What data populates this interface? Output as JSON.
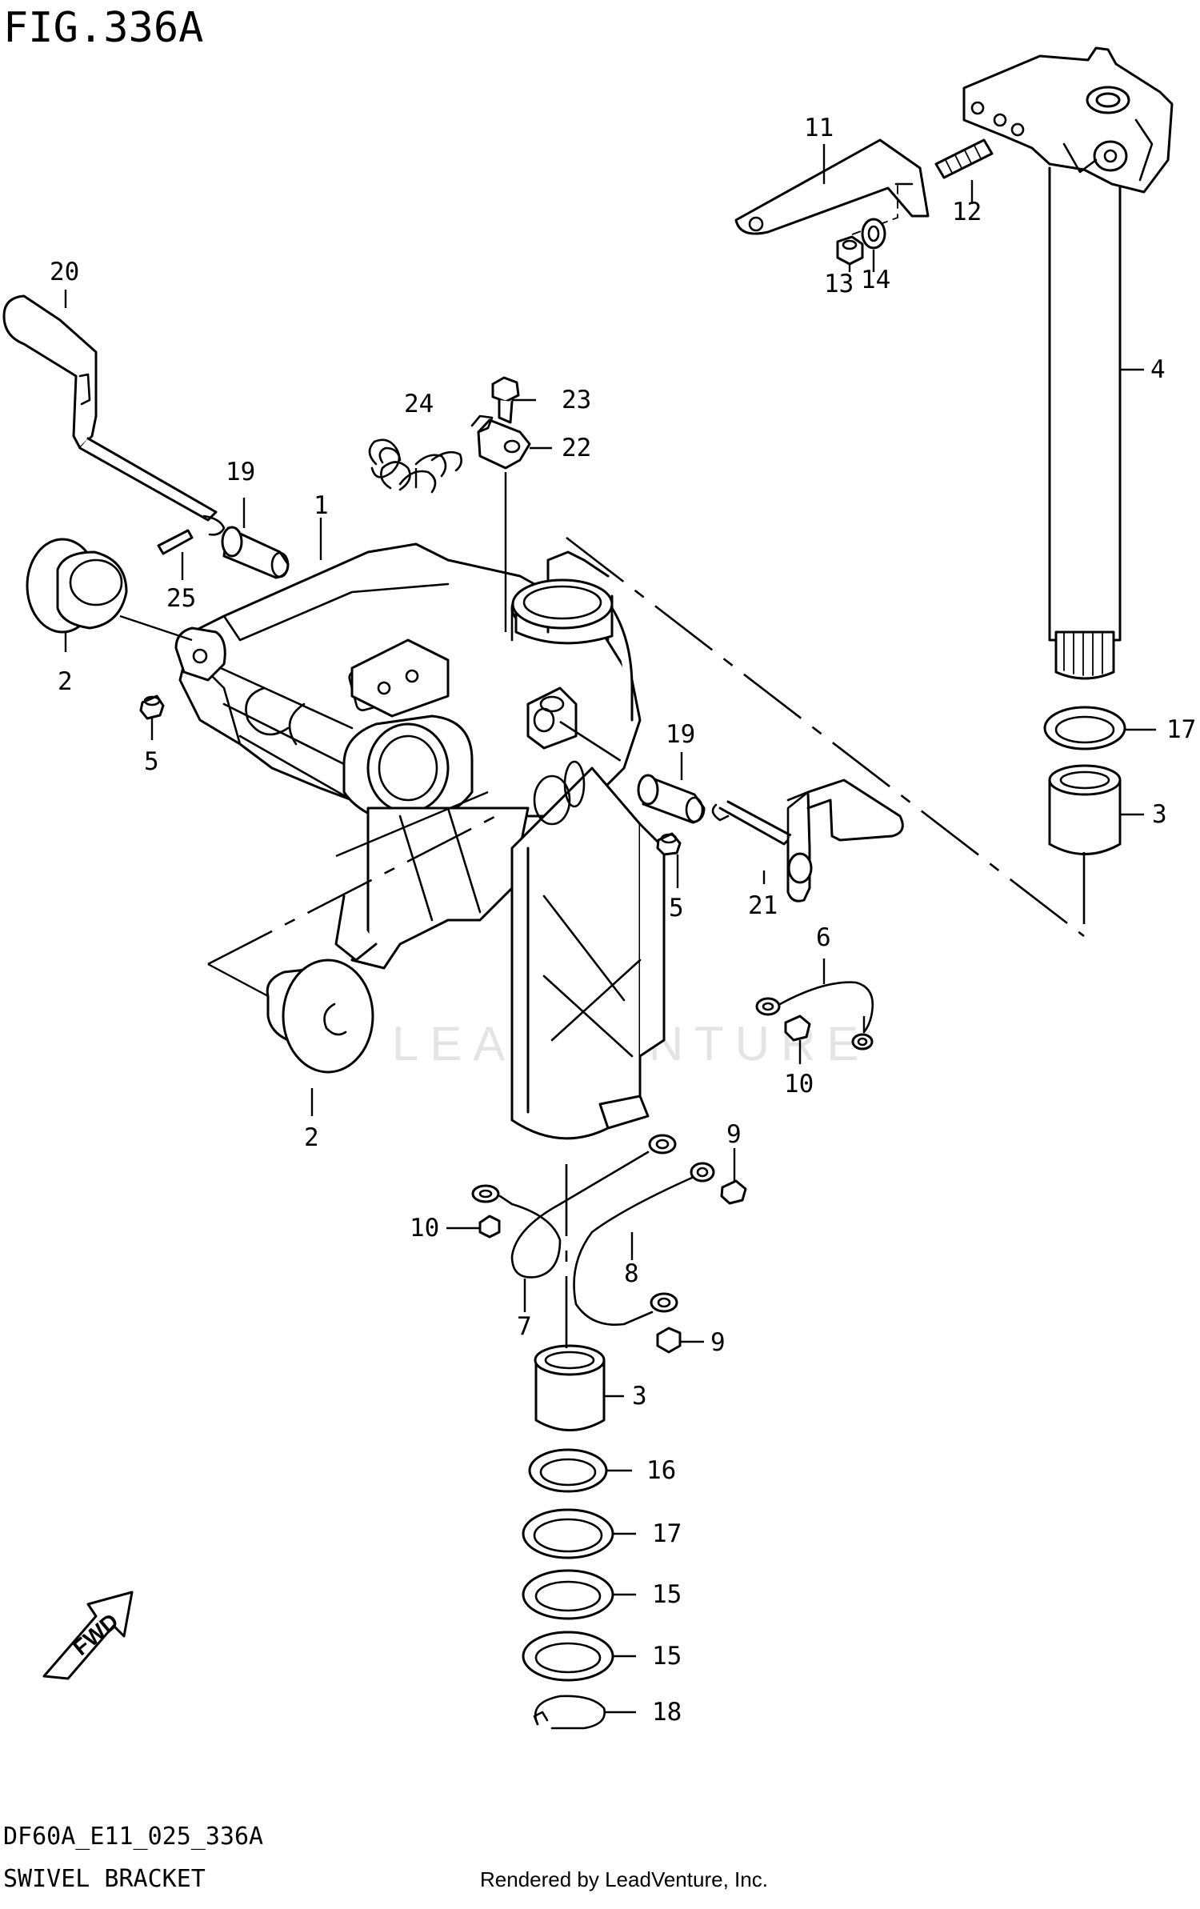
{
  "figure": {
    "number": "FIG.336A",
    "model_code": "DF60A_E11_025_336A",
    "title": "SWIVEL BRACKET"
  },
  "watermark": "LEADVENTURE",
  "footer": "Rendered by LeadVenture, Inc.",
  "fwd_label": "FWD",
  "callouts": [
    {
      "id": "c1",
      "text": "1"
    },
    {
      "id": "c2a",
      "text": "2"
    },
    {
      "id": "c2b",
      "text": "2"
    },
    {
      "id": "c3a",
      "text": "3"
    },
    {
      "id": "c3b",
      "text": "3"
    },
    {
      "id": "c4",
      "text": "4"
    },
    {
      "id": "c5a",
      "text": "5"
    },
    {
      "id": "c5b",
      "text": "5"
    },
    {
      "id": "c6",
      "text": "6"
    },
    {
      "id": "c7",
      "text": "7"
    },
    {
      "id": "c8",
      "text": "8"
    },
    {
      "id": "c9a",
      "text": "9"
    },
    {
      "id": "c9b",
      "text": "9"
    },
    {
      "id": "c10a",
      "text": "10"
    },
    {
      "id": "c10b",
      "text": "10"
    },
    {
      "id": "c11",
      "text": "11"
    },
    {
      "id": "c12",
      "text": "12"
    },
    {
      "id": "c13",
      "text": "13"
    },
    {
      "id": "c14",
      "text": "14"
    },
    {
      "id": "c15a",
      "text": "15"
    },
    {
      "id": "c15b",
      "text": "15"
    },
    {
      "id": "c16",
      "text": "16"
    },
    {
      "id": "c17a",
      "text": "17"
    },
    {
      "id": "c17b",
      "text": "17"
    },
    {
      "id": "c18",
      "text": "18"
    },
    {
      "id": "c19a",
      "text": "19"
    },
    {
      "id": "c19b",
      "text": "19"
    },
    {
      "id": "c20",
      "text": "20"
    },
    {
      "id": "c21",
      "text": "21"
    },
    {
      "id": "c22",
      "text": "22"
    },
    {
      "id": "c23",
      "text": "23"
    },
    {
      "id": "c24",
      "text": "24"
    },
    {
      "id": "c25",
      "text": "25"
    }
  ]
}
